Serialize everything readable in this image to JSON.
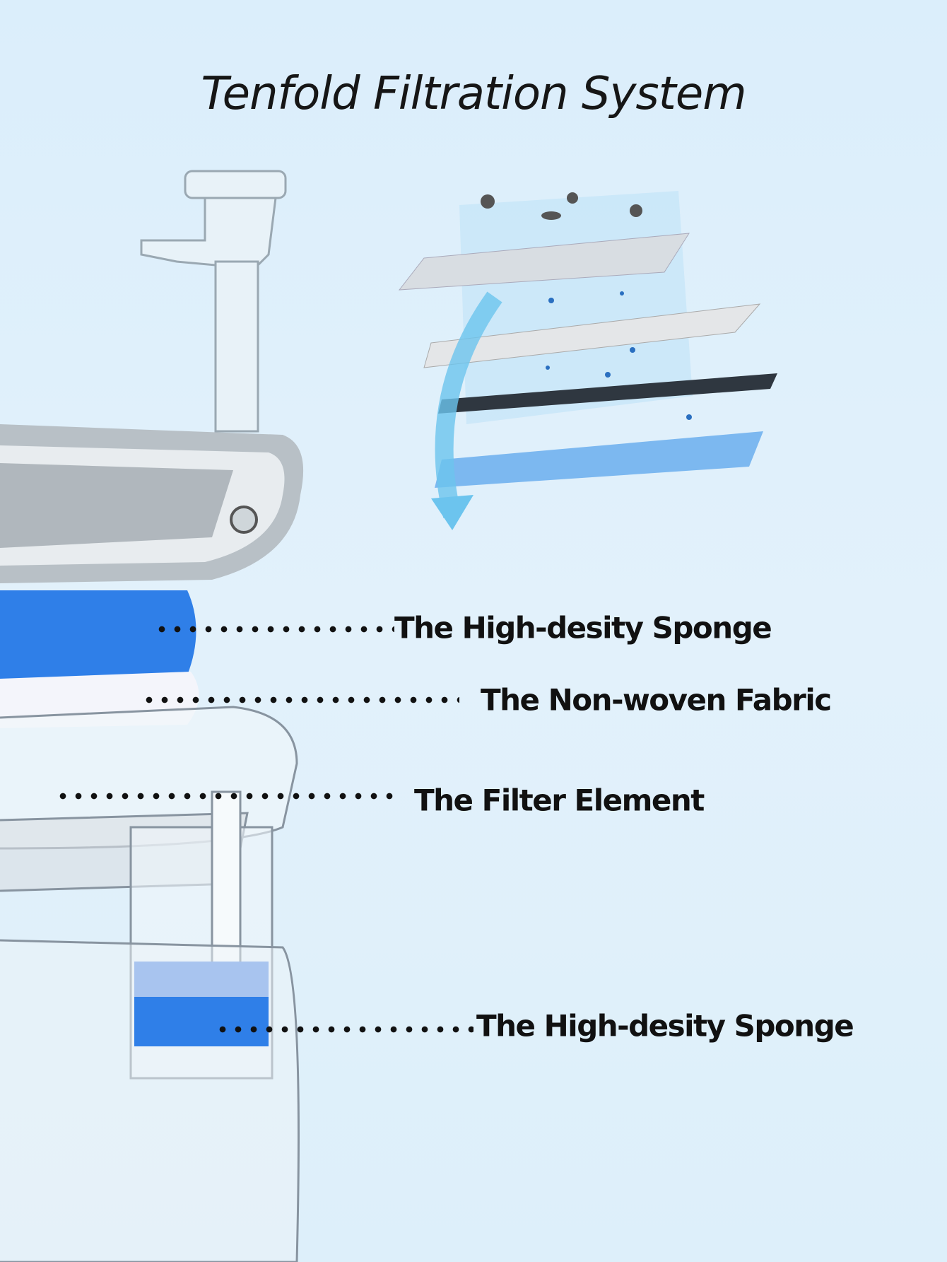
{
  "title": "Tenfold Filtration System",
  "labels": [
    {
      "text": "The High-desity Sponge"
    },
    {
      "text": "The Non-woven Fabric"
    },
    {
      "text": "The Filter Element"
    },
    {
      "text": "The High-desity Sponge"
    }
  ],
  "colors": {
    "background": "#dbeefb",
    "sponge": "#2f7fe8",
    "text": "#111111"
  }
}
